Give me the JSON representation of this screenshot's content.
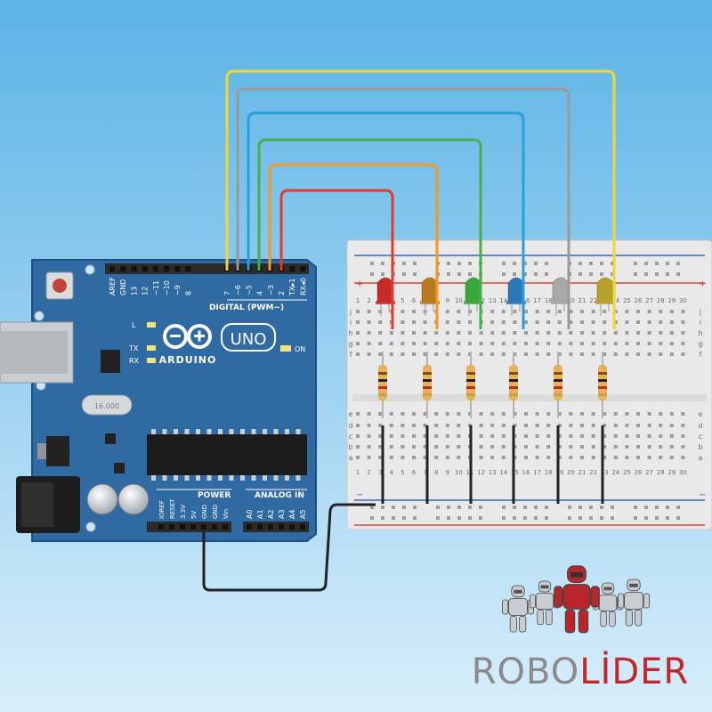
{
  "colors": {
    "background_top": "#5bb3e6",
    "background_bottom": "#d8eefb",
    "board": "#2f6aa3",
    "board_edge": "#1f4f80",
    "header": "#2b2b2b",
    "breadboard": "#e9e9e9",
    "rail_red": "#d8443a",
    "rail_blue": "#3a66b0",
    "wire_yellow": "#f0d736",
    "wire_gray": "#9a9a9a",
    "wire_blue": "#2a9fd8",
    "wire_green": "#46b048",
    "wire_orange": "#f29a1f",
    "wire_red": "#e23a2f",
    "wire_black": "#222222",
    "brand_gray": "#8a8a8a",
    "brand_red": "#c0282d"
  },
  "arduino": {
    "brand": "ARDUINO",
    "model": "UNO",
    "digital_label": "DIGITAL (PWM~)",
    "power_label": "POWER",
    "analog_label": "ANALOG IN",
    "on_label": "ON",
    "l_label": "L",
    "tx_label": "TX",
    "rx_label": "RX",
    "crystal_label": "16.000",
    "digital_pins": [
      "AREF",
      "GND",
      "13",
      "12",
      "~11",
      "~10",
      "~9",
      "8",
      "7",
      "~6",
      "~5",
      "4",
      "~3",
      "2",
      "TX▸1",
      "RX◂0"
    ],
    "power_pins": [
      "IOREF",
      "RESET",
      "3.3V",
      "5V",
      "GND",
      "GND",
      "Vin"
    ],
    "analog_pins": [
      "A0",
      "A1",
      "A2",
      "A3",
      "A4",
      "A5"
    ]
  },
  "breadboard": {
    "row_letters_top": [
      "j",
      "i",
      "h",
      "g",
      "f"
    ],
    "row_letters_bottom": [
      "e",
      "d",
      "c",
      "b",
      "a"
    ],
    "column_numbers": [
      "1",
      "2",
      "3",
      "4",
      "5",
      "6",
      "7",
      "8",
      "9",
      "10",
      "11",
      "12",
      "13",
      "14",
      "15",
      "16",
      "17",
      "18",
      "19",
      "20",
      "21",
      "22",
      "23",
      "24",
      "25",
      "26",
      "27",
      "28",
      "29",
      "30"
    ],
    "rail_plus": "+",
    "rail_minus": "−"
  },
  "leds": [
    {
      "name": "red",
      "color": "#c62a2a"
    },
    {
      "name": "orange",
      "color": "#b97a22"
    },
    {
      "name": "green",
      "color": "#39a83b"
    },
    {
      "name": "blue",
      "color": "#2a78b8"
    },
    {
      "name": "gray",
      "color": "#a8a8a8"
    },
    {
      "name": "yellow",
      "color": "#b5a22a"
    }
  ],
  "logo": {
    "part1": "ROBO",
    "part2": "LİDER"
  }
}
